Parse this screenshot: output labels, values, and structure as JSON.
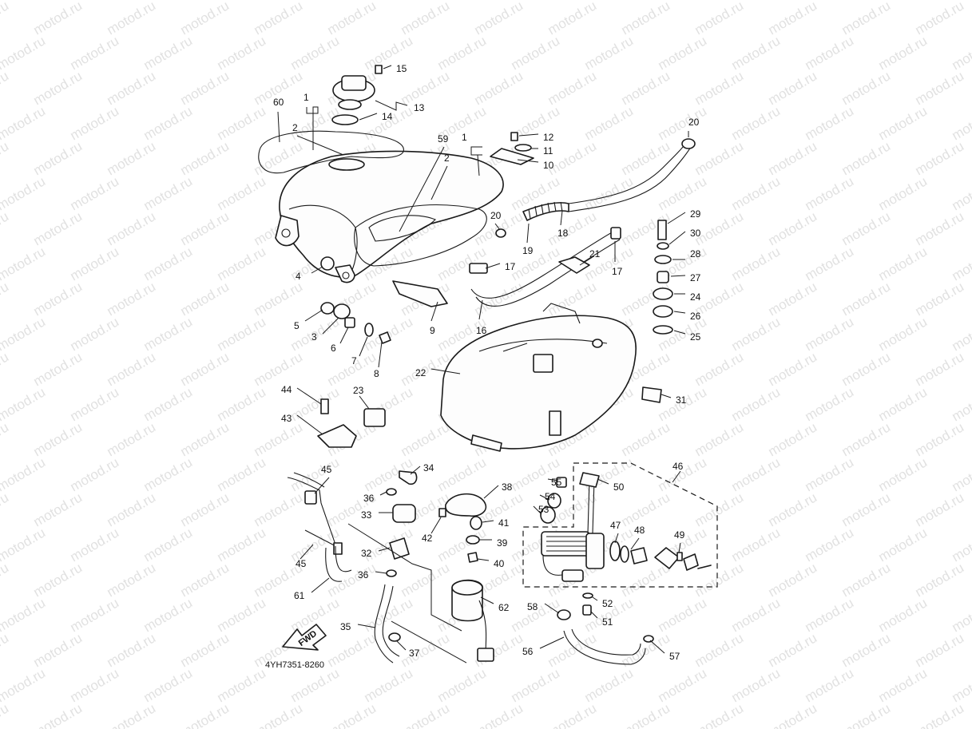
{
  "watermark": "motod.ru",
  "diagram_code": "4YH7351-8260",
  "fwd_label": "FWD",
  "callouts": [
    "1",
    "2",
    "3",
    "4",
    "5",
    "6",
    "7",
    "8",
    "9",
    "10",
    "11",
    "12",
    "13",
    "14",
    "15",
    "16",
    "17",
    "18",
    "19",
    "20",
    "21",
    "22",
    "23",
    "24",
    "25",
    "26",
    "27",
    "28",
    "29",
    "30",
    "31",
    "32",
    "33",
    "34",
    "35",
    "36",
    "37",
    "38",
    "39",
    "40",
    "41",
    "42",
    "43",
    "44",
    "45",
    "46",
    "47",
    "48",
    "49",
    "50",
    "51",
    "52",
    "53",
    "54",
    "55",
    "56",
    "57",
    "58",
    "59",
    "60",
    "61",
    "62"
  ]
}
